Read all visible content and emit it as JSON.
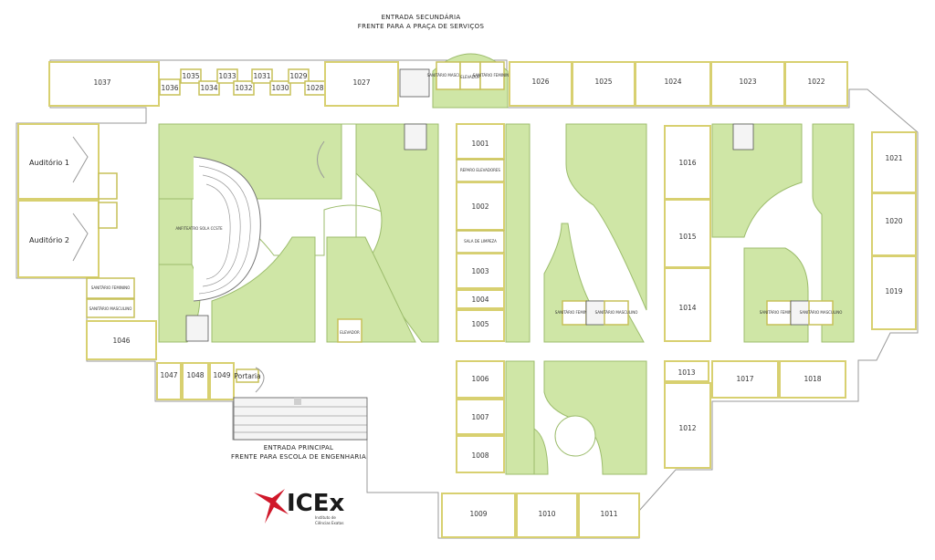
{
  "entrances": {
    "secondary_title": "ENTRADA SECUNDÁRIA",
    "secondary_sub": "FRENTE PARA A PRAÇA DE SERVIÇOS",
    "main_title": "ENTRADA  PRINCIPAL",
    "main_sub": "FRENTE PARA ESCOLA DE ENGENHARIA"
  },
  "rooms": {
    "r1037": "1037",
    "r1036": "1036",
    "r1035": "1035",
    "r1034": "1034",
    "r1033": "1033",
    "r1032": "1032",
    "r1031": "1031",
    "r1030": "1030",
    "r1029": "1029",
    "r1028": "1028",
    "r1027": "1027",
    "r1026": "1026",
    "r1025": "1025",
    "r1024": "1024",
    "r1023": "1023",
    "r1022": "1022",
    "r1021": "1021",
    "r1020": "1020",
    "r1019": "1019",
    "r1016": "1016",
    "r1015": "1015",
    "r1014": "1014",
    "r1013": "1013",
    "r1017": "1017",
    "r1018": "1018",
    "r1012": "1012",
    "r1001": "1001",
    "r1002": "1002",
    "r1003": "1003",
    "r1004": "1004",
    "r1005": "1005",
    "r1006": "1006",
    "r1007": "1007",
    "r1008": "1008",
    "r1009": "1009",
    "r1010": "1010",
    "r1011": "1011",
    "r1046": "1046",
    "r1047": "1047",
    "r1048": "1048",
    "r1049": "1049"
  },
  "named_rooms": {
    "auditorio1": "Auditório 1",
    "auditorio2": "Auditório 2",
    "portaria": "Portaria",
    "elevador_top": "ELEVADOR",
    "elevador_mid": "ELEVADOR",
    "sanit_masc": "SANITÁRIO MASCULINO",
    "sanit_fem": "SANITÁRIO FEMININO",
    "anfiteatro": "ANFITEATRO SOLA CCSTE",
    "small_label_a": "REPARO ELEVADORES",
    "small_label_b": "SALA DE LIMPEZA"
  },
  "logo": {
    "mark": "ICEx",
    "line1": "Instituto de",
    "line2": "Ciências Exatas"
  },
  "colors": {
    "wall_yellow": "#d8d070",
    "lawn_green": "#cfe6a6",
    "logo_red": "#d0182a"
  }
}
